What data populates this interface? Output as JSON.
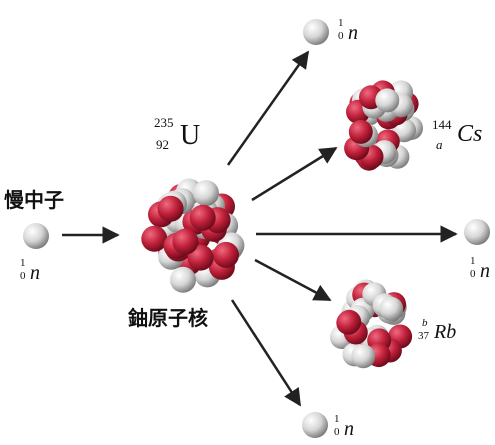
{
  "labels": {
    "slow_neutron": "慢中子",
    "uranium_nucleus": "鈾原子核"
  },
  "neutron": {
    "mass": "1",
    "charge": "0",
    "symbol": "n"
  },
  "uranium": {
    "mass": "235",
    "charge": "92",
    "symbol": "U"
  },
  "cesium": {
    "mass": "144",
    "charge": "a",
    "symbol": "Cs"
  },
  "rubidium": {
    "mass": "b",
    "charge": "37",
    "symbol": "Rb"
  },
  "colors": {
    "proton": "#c0203a",
    "neutron": "#d8d8d8",
    "arrow": "#222222"
  }
}
